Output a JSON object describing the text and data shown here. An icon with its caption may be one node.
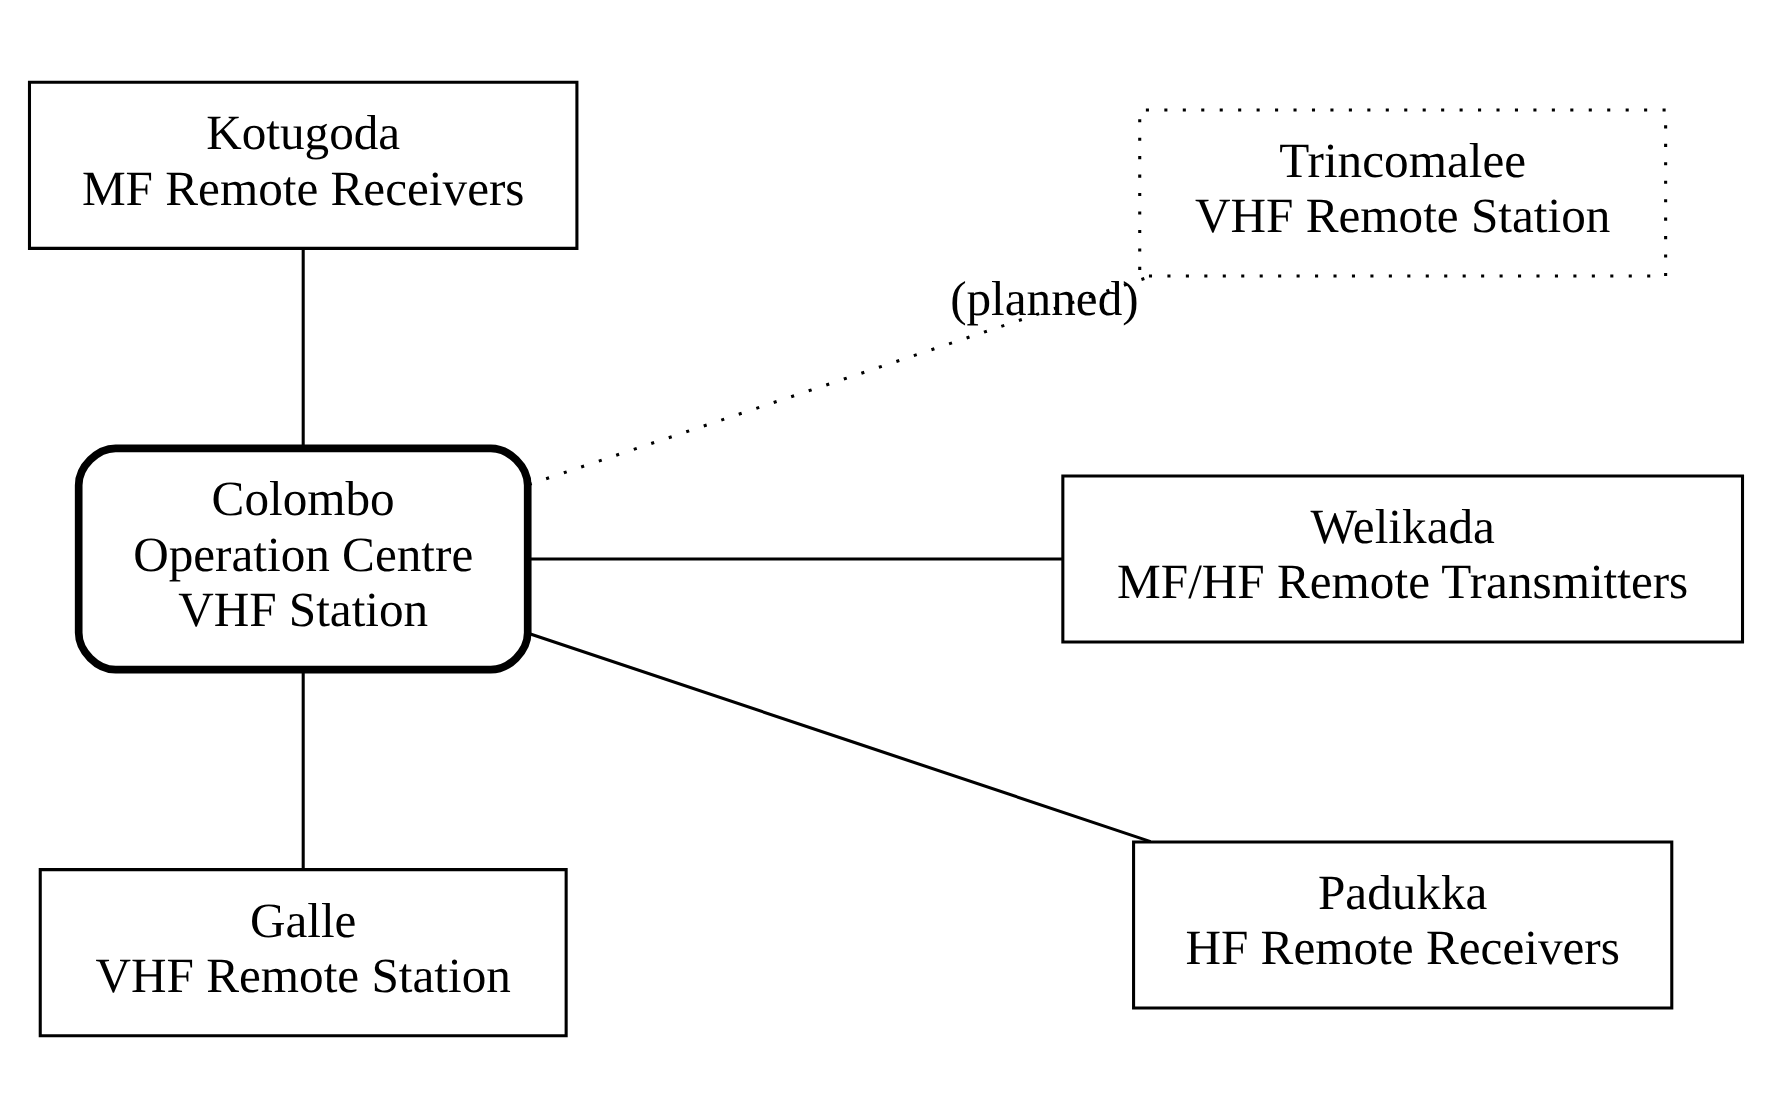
{
  "diagram": {
    "nodes": [
      {
        "text": [
          "Kotugoda",
          "MF Remote Receivers"
        ]
      },
      {
        "text": [
          "Trincomalee",
          "VHF Remote Station"
        ],
        "beside": [
          "(planned)"
        ]
      },
      {
        "text": [
          "Colombo",
          "Operation Centre",
          "VHF Station"
        ]
      },
      {
        "text": [
          "Welikada",
          "MF/HF Remote Transmitters"
        ]
      },
      {
        "text": [
          "Galle",
          "VHF Remote Station"
        ]
      },
      {
        "text": [
          "Padukka",
          "HF Remote Receivers"
        ]
      }
    ],
    "edges": [
      {
        "from": 0,
        "to": 2,
        "arrow": "none"
      },
      {
        "from": 2,
        "to": 1,
        "arrow": "none",
        "style": "dashed"
      },
      {
        "from": 2,
        "to": 3,
        "arrow": "none"
      },
      {
        "from": 2,
        "to": 4,
        "arrow": "none"
      },
      {
        "from": 2,
        "to": 5,
        "arrow": "none"
      }
    ]
  }
}
